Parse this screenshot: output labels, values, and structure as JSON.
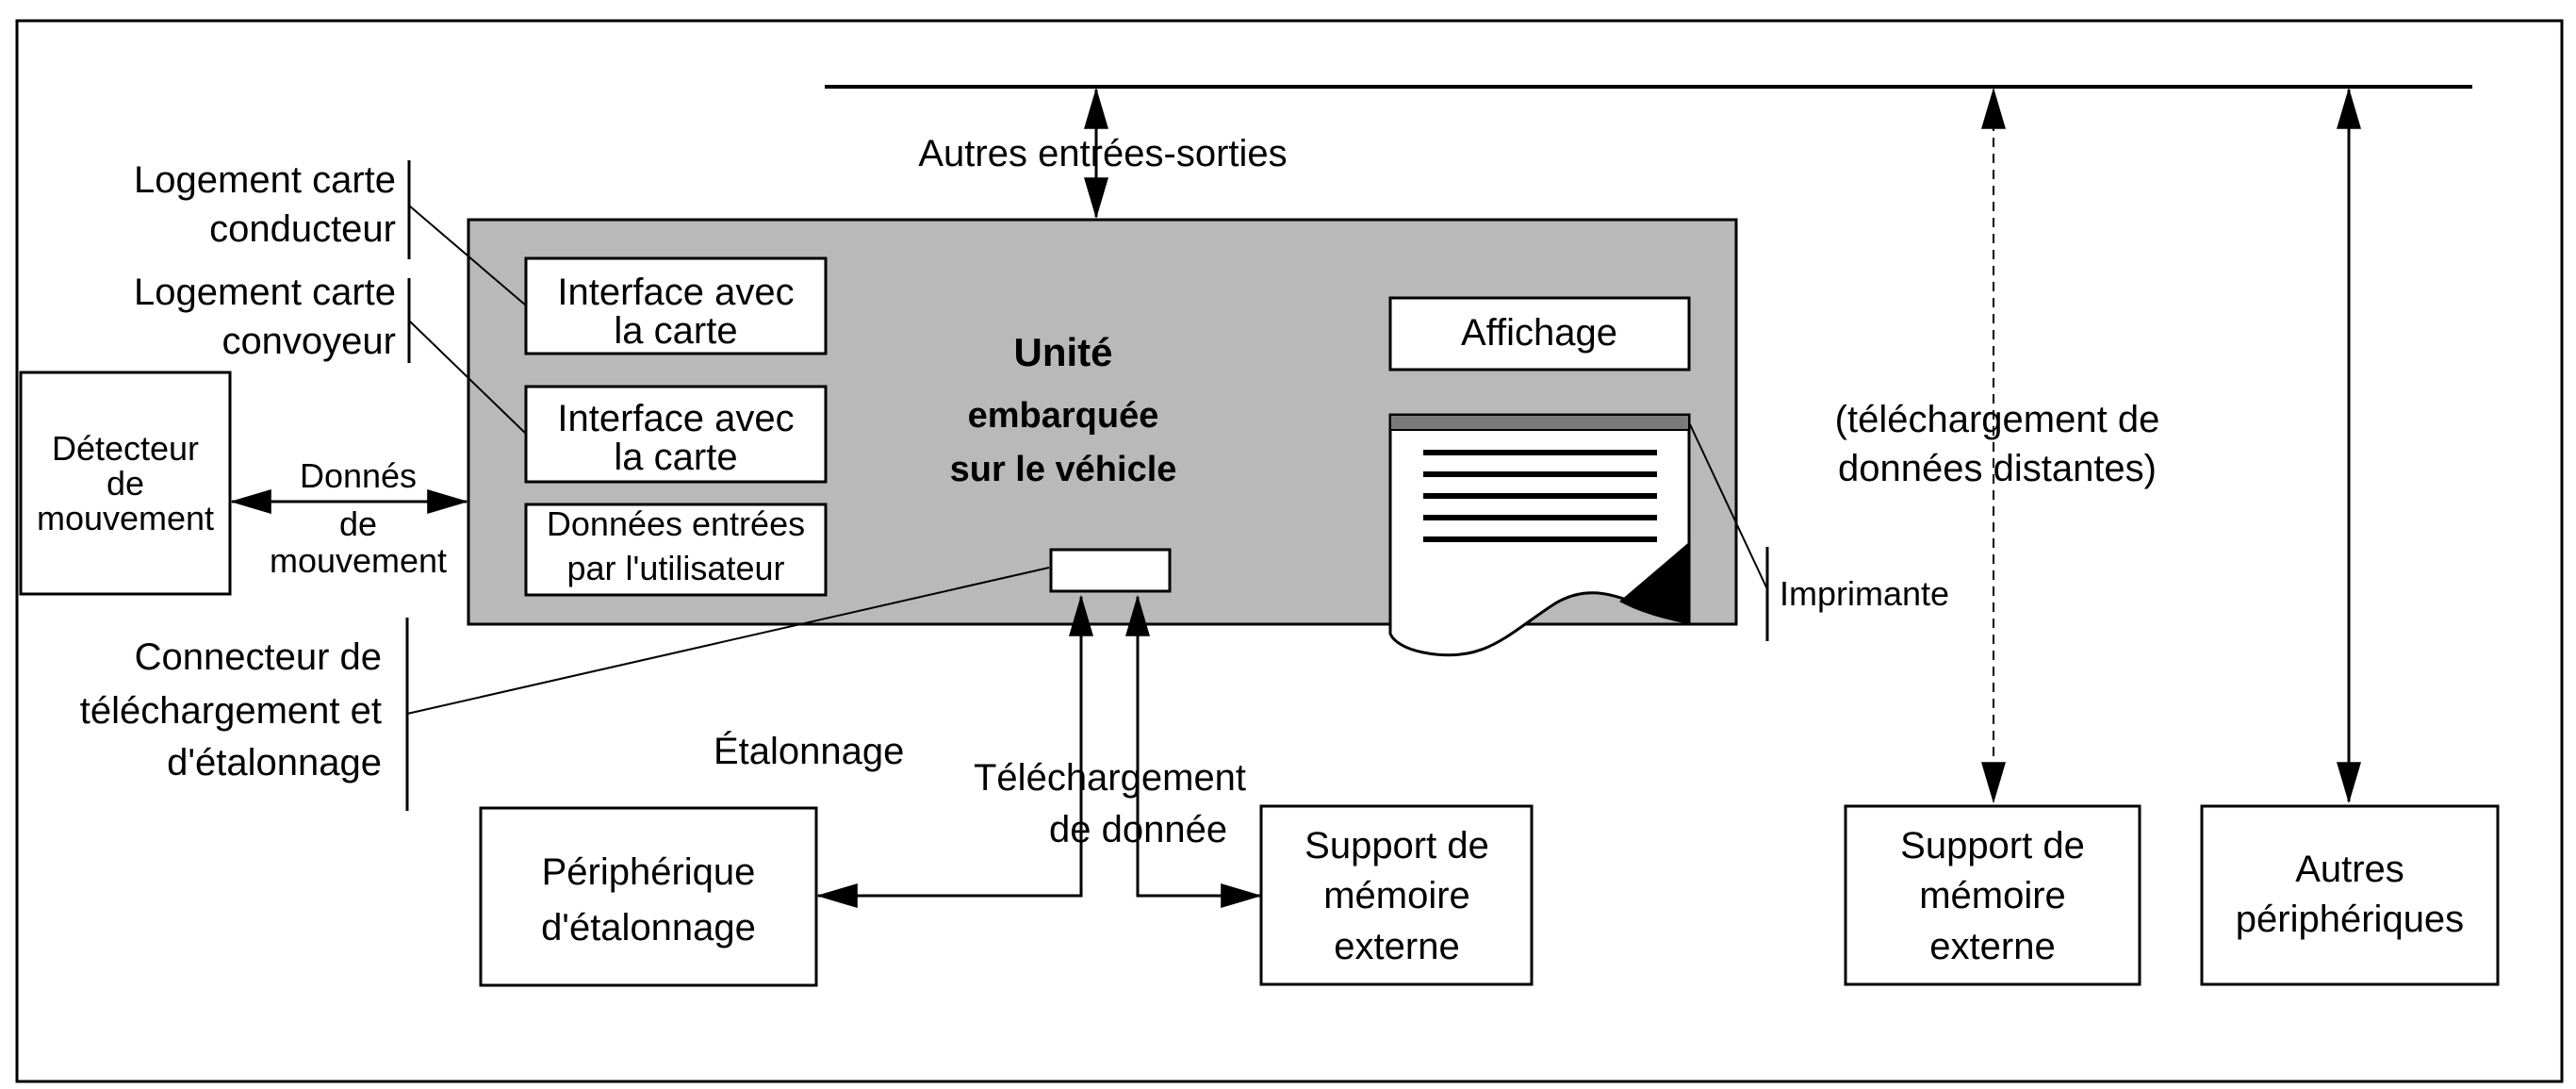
{
  "vu_title": [
    "Unité",
    "embarquée",
    "sur le véhicle"
  ],
  "card_interface_1": [
    "Interface avec",
    "la carte"
  ],
  "card_interface_2": [
    "Interface avec",
    "la carte"
  ],
  "user_input": [
    "Données entrées",
    "par l'utilisateur"
  ],
  "display": "Affichage",
  "printer": "Imprimante",
  "driver_slot": [
    "Logement carte",
    "conducteur"
  ],
  "codriver_slot": [
    "Logement carte",
    "convoyeur"
  ],
  "motion_sensor": [
    "Détecteur",
    "de",
    "mouvement"
  ],
  "motion_data": [
    "Donnés",
    "de",
    "mouvement"
  ],
  "connector": [
    "Connecteur de",
    "téléchargement et",
    "d'étalonnage"
  ],
  "calibration": "Étalonnage",
  "download": [
    "Téléchargement",
    "de donnée"
  ],
  "calibration_device": [
    "Périphérique",
    "d'étalonnage"
  ],
  "ext_memory_1": [
    "Support de",
    "mémoire",
    "externe"
  ],
  "ext_memory_2": [
    "Support de",
    "mémoire",
    "externe"
  ],
  "other_peripherals": [
    "Autres",
    "périphériques"
  ],
  "other_io": "Autres entrées-sorties",
  "remote_download": [
    "(téléchargement de",
    "données distantes)"
  ],
  "colors": {
    "vu_fill": "#b9b9b9",
    "line": "#000000",
    "printer_bar": "#7a7a7a"
  }
}
